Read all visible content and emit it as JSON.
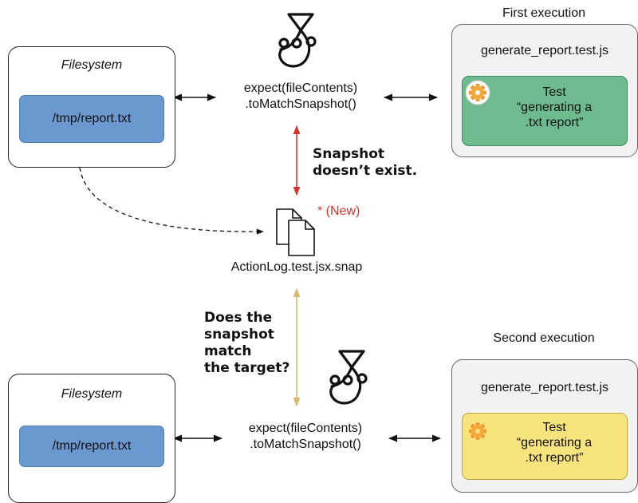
{
  "top": {
    "filesystem": {
      "title": "Filesystem",
      "file": "/tmp/report.txt"
    },
    "expect": {
      "line1": "expect(fileContents)",
      "line2": ".toMatchSnapshot()"
    },
    "execution_label": "First execution",
    "test_file": "generate_report.test.js",
    "test": {
      "line1": "Test",
      "line2": "“generating a",
      "line3": ".txt report”"
    }
  },
  "middle": {
    "condition_top": {
      "line1": "Snapshot",
      "line2": "doesn’t exist."
    },
    "new_tag": "* (New)",
    "snapshot_file": "ActionLog.test.jsx.snap",
    "condition_bottom": {
      "line1": "Does the",
      "line2": "snapshot",
      "line3": "match",
      "line4": "the target?"
    }
  },
  "bottom": {
    "filesystem": {
      "title": "Filesystem",
      "file": "/tmp/report.txt"
    },
    "expect": {
      "line1": "expect(fileContents)",
      "line2": ".toMatchSnapshot()"
    },
    "execution_label": "Second execution",
    "test_file": "generate_report.test.js",
    "test": {
      "line1": "Test",
      "line2": "“generating a",
      "line3": ".txt report”"
    }
  },
  "colors": {
    "file_box": "#6a98cf",
    "test_green": "#6dbb8e",
    "test_yellow": "#f8e47c",
    "arrow_red": "#d9342b",
    "arrow_gold": "#d8b86a",
    "new_tag": "#d9342b"
  },
  "icons": [
    "jest-logo-icon",
    "gear-icon",
    "document-stack-icon"
  ]
}
